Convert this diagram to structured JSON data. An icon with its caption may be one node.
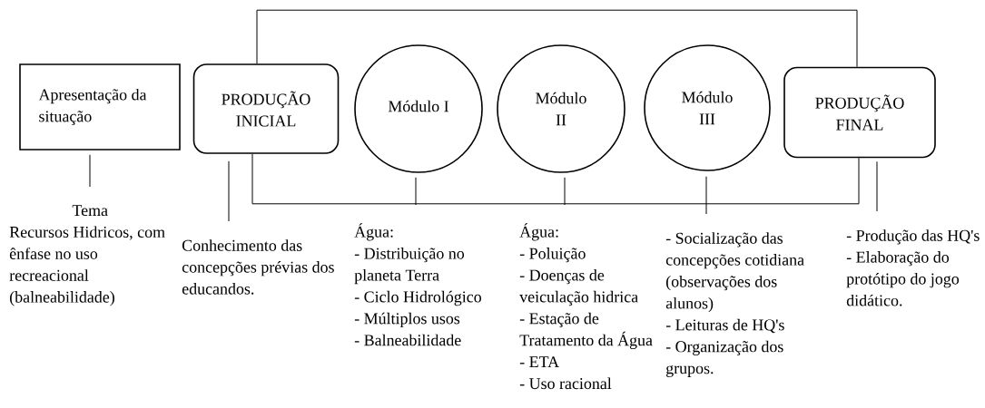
{
  "diagram": {
    "nodes": [
      {
        "text": [
          "Apresentação da situação"
        ]
      },
      {
        "text": [
          "PRODUÇÃO INICIAL"
        ]
      },
      {
        "text": [
          "Módulo I"
        ]
      },
      {
        "text": [
          "Módulo II"
        ]
      },
      {
        "text": [
          "Módulo III"
        ]
      },
      {
        "text": [
          "PRODUÇÃO FINAL"
        ]
      },
      {
        "text": [
          "Tema",
          "Recursos Hidricos, com ênfase no uso recreacional (balneabilidade)"
        ]
      },
      {
        "text": [
          "Conhecimento das concepções prévias dos educandos."
        ]
      },
      {
        "text": [
          "Água:",
          "- Distribuição no planeta Terra",
          "- Ciclo Hidrológico",
          "- Múltiplos usos",
          "- Balneabilidade"
        ]
      },
      {
        "text": [
          "Água:",
          "- Poluição",
          "- Doenças de veiculação hidrica",
          "- Estação de Tratamento da Água - ETA",
          "- Uso racional"
        ]
      },
      {
        "text": [
          "- Socialização das concepções cotidiana (observações dos alunos)",
          "- Leituras de HQ's",
          "- Organização dos grupos."
        ]
      },
      {
        "text": [
          "- Produção das HQ's",
          "- Elaboração do protótipo do jogo didático."
        ]
      }
    ],
    "edges": [
      {
        "from": 0,
        "to": 6,
        "arrow": "none"
      },
      {
        "from": 1,
        "to": 7,
        "arrow": "none"
      },
      {
        "from": 2,
        "to": 8,
        "arrow": "none"
      },
      {
        "from": 3,
        "to": 9,
        "arrow": "none"
      },
      {
        "from": 4,
        "to": 10,
        "arrow": "none"
      },
      {
        "from": 5,
        "to": 11,
        "arrow": "none"
      },
      {
        "from": 1,
        "to": 5,
        "arrow": "none"
      },
      {
        "from": 1,
        "to": 5,
        "arrow": "none"
      }
    ]
  }
}
